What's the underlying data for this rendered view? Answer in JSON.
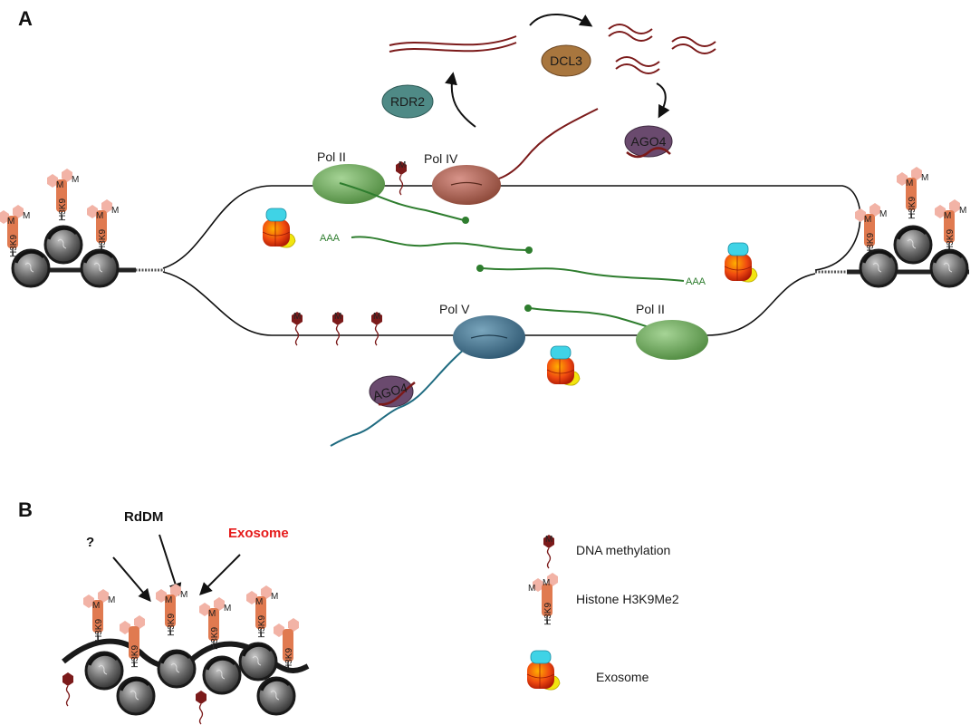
{
  "panels": {
    "a": "A",
    "b": "B"
  },
  "enzymes": {
    "dcl3": "DCL3",
    "rdr2": "RDR2",
    "ago4_top": "AGO4",
    "ago4_bottom": "AGO4"
  },
  "polymerases": {
    "pol2_top": "Pol II",
    "pol4": "Pol IV",
    "pol5": "Pol V",
    "pol2_bottom": "Pol II"
  },
  "tails": {
    "aaa_left": "AAA",
    "aaa_right": "AAA"
  },
  "marks": {
    "methyl": "M",
    "histone": "H3K9"
  },
  "panel_b": {
    "unknown": "?",
    "rddm": "RdDM",
    "exosome": "Exosome"
  },
  "legend": {
    "dna_methylation": "DNA methylation",
    "histone": "Histone H3K9Me2",
    "exosome": "Exosome"
  },
  "colors": {
    "sirna": "#7b1a1a",
    "mrna": "#2e7d2e",
    "pol5_rna": "#1f6b80",
    "pol2": "#6fa85e",
    "pol4": "#a85a48",
    "pol5": "#3f6f86",
    "rdr2": "#4f8a86",
    "dcl3": "#a8763e",
    "ago4": "#6a4a6e",
    "histone": "#e07a50",
    "methyl_hex": "#f2b3a6",
    "exosome_label": "#e51b1b"
  }
}
